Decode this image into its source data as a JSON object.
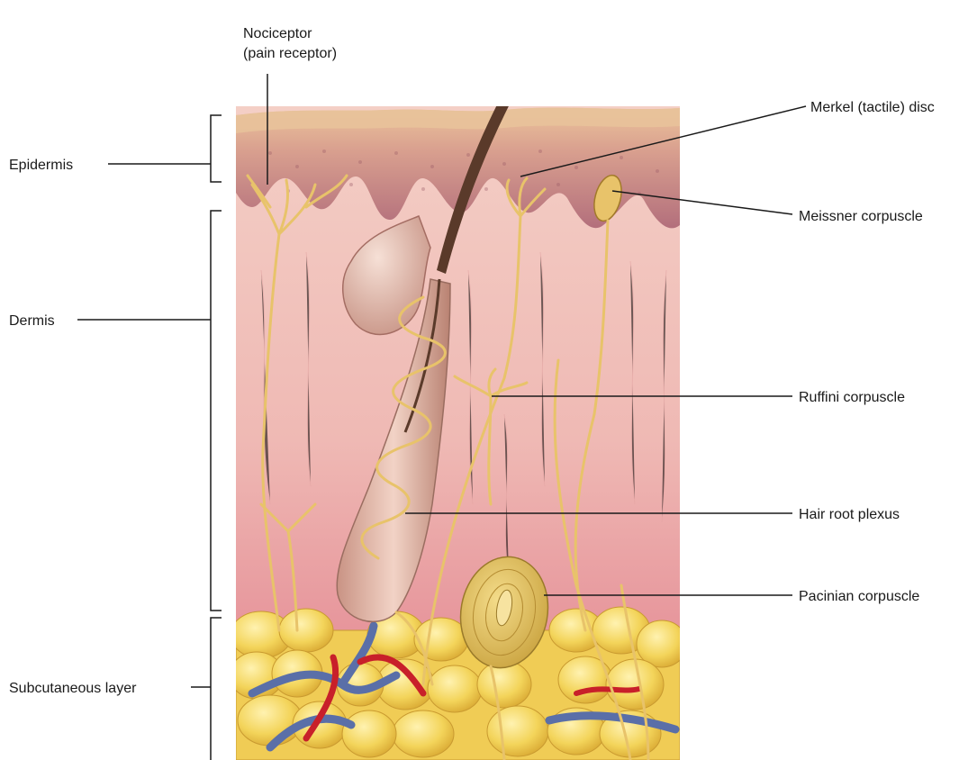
{
  "labels": {
    "nociceptor_line1": "Nociceptor",
    "nociceptor_line2": "(pain receptor)",
    "epidermis": "Epidermis",
    "dermis": "Dermis",
    "subcutaneous": "Subcutaneous layer",
    "merkel": "Merkel (tactile) disc",
    "meissner": "Meissner corpuscle",
    "ruffini": "Ruffini corpuscle",
    "hair_root": "Hair root plexus",
    "pacinian": "Pacinian corpuscle"
  },
  "colors": {
    "epidermis_surface": "#e6b98f",
    "epidermis_deep": "#b5717a",
    "dermis": "#f3c6c0",
    "dermis_deep": "#e79aa0",
    "fat": "#f2d35a",
    "nerve": "#e8c36a",
    "hair": "#5a3a2a",
    "artery": "#c8202a",
    "vein": "#5a6fa8"
  }
}
